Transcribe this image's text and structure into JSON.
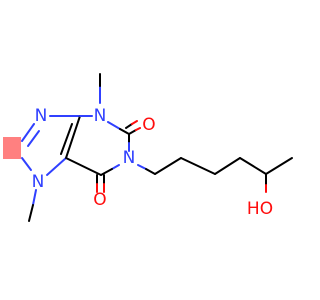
{
  "colors": {
    "bond": "#000000",
    "nitrogen": "#3040ff",
    "oxygen": "#ff0d0d",
    "highlight": "#ff8080"
  },
  "atoms": {
    "n_ring_top": "N",
    "n3": "N",
    "n1": "N",
    "n7": "N",
    "o_c2": "O",
    "o_c6": "O",
    "oh_label": "HO"
  }
}
